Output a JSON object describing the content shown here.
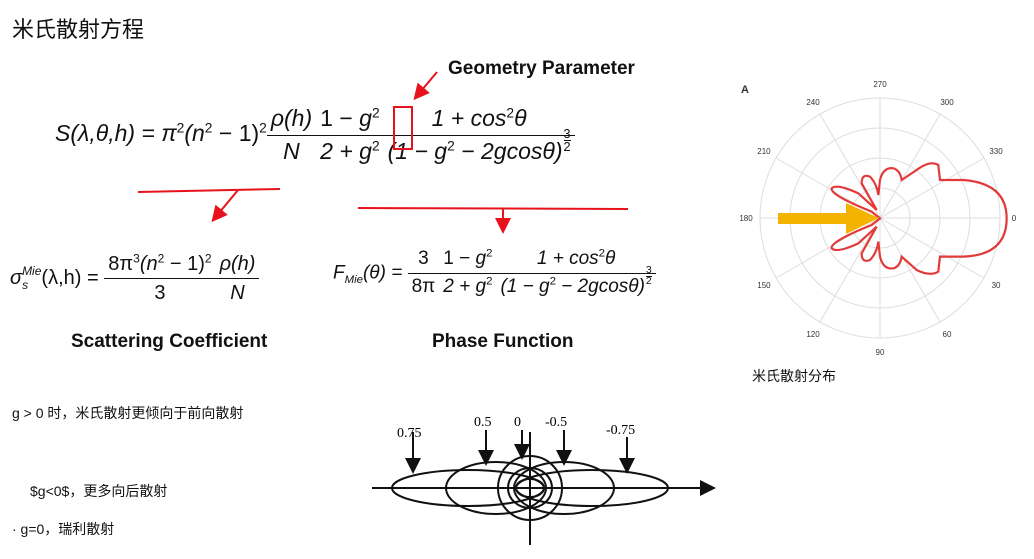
{
  "title": "米氏散射方程",
  "annotation": "Geometry Parameter",
  "formula_main": {
    "lhs": "S(λ,θ,h) = π",
    "two": "2",
    "n_open": "(n",
    "minus1": " − 1)",
    "rho": "ρ(h)",
    "N": "N",
    "one_minus": "1 − ",
    "g": "g",
    "two_plus": "2 + g",
    "one_plus_cos": "1 + cos",
    "theta": "θ",
    "den_open": "(1 − g",
    "den_rest": " − 2gcosθ)",
    "exp_num": "3",
    "exp_den": "2"
  },
  "formula_coef": {
    "sigma": "σ",
    "sub": "s",
    "sup": "Mie",
    "args": "(λ,h) = ",
    "num_a": "8π",
    "three": "3",
    "den": "3"
  },
  "formula_phase": {
    "F": "F",
    "sub": "Mie",
    "args": "(θ) = ",
    "c_num": "3",
    "c_den": "8π"
  },
  "labels": {
    "scattering": "Scattering Coefficient",
    "phase": "Phase Function"
  },
  "notes": [
    "g > 0 时，米氏散射更倾向于前向散射",
    "$g<0$，更多向后散射",
    "· g=0，瑞利散射"
  ],
  "polar": {
    "panel": "A",
    "angles": [
      "0",
      "30",
      "60",
      "90",
      "120",
      "150",
      "180",
      "210",
      "240",
      "270",
      "300",
      "330"
    ],
    "caption": "米氏散射分布"
  },
  "phase_diagram": {
    "g_values": [
      "0.75",
      "0.5",
      "0",
      "-0.5",
      "-0.75"
    ]
  },
  "colors": {
    "red": "#e8121c",
    "arrow": "#f5b301"
  }
}
